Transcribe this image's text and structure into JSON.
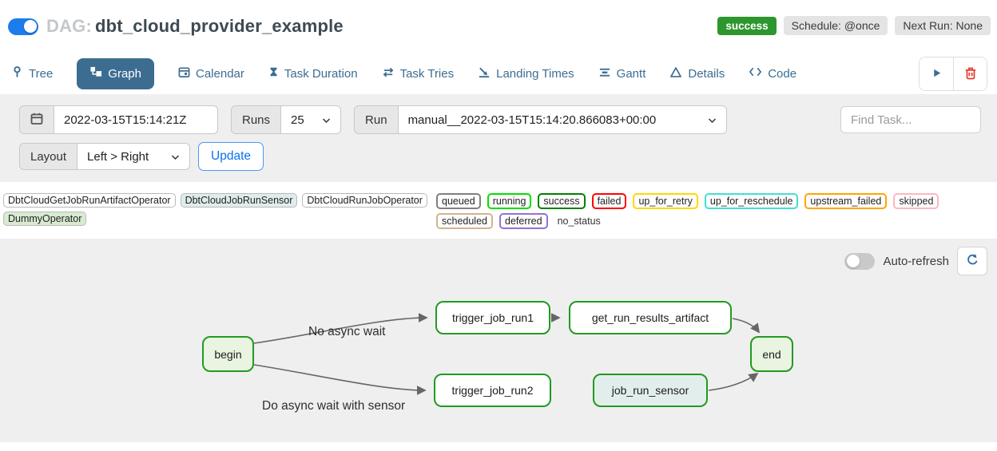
{
  "header": {
    "title_prefix": "DAG:",
    "title": "dbt_cloud_provider_example",
    "status_badge": "success",
    "schedule_badge": "Schedule: @once",
    "next_run_badge": "Next Run: None",
    "dag_toggle_state": "on"
  },
  "tabs": [
    {
      "label": "Tree",
      "icon": "tree-icon",
      "active": false
    },
    {
      "label": "Graph",
      "icon": "graph-icon",
      "active": true
    },
    {
      "label": "Calendar",
      "icon": "calendar-icon",
      "active": false
    },
    {
      "label": "Task Duration",
      "icon": "hourglass-icon",
      "active": false
    },
    {
      "label": "Task Tries",
      "icon": "repeat-icon",
      "active": false
    },
    {
      "label": "Landing Times",
      "icon": "plane-landing-icon",
      "active": false
    },
    {
      "label": "Gantt",
      "icon": "gantt-bars-icon",
      "active": false
    },
    {
      "label": "Details",
      "icon": "triangle-icon",
      "active": false
    },
    {
      "label": "Code",
      "icon": "code-icon",
      "active": false
    }
  ],
  "toolbar": {
    "play_icon": "play-icon",
    "delete_icon": "trash-icon"
  },
  "filters": {
    "date_value": "2022-03-15T15:14:21Z",
    "runs_label": "Runs",
    "runs_value": "25",
    "run_label": "Run",
    "run_value": "manual__2022-03-15T15:14:20.866083+00:00",
    "find_task_placeholder": "Find Task...",
    "layout_label": "Layout",
    "layout_value": "Left > Right",
    "update_label": "Update"
  },
  "legend": {
    "operators": [
      {
        "label": "DbtCloudGetJobRunArtifactOperator",
        "bg": "#ffffff"
      },
      {
        "label": "DbtCloudJobRunSensor",
        "bg": "#dfecec"
      },
      {
        "label": "DbtCloudRunJobOperator",
        "bg": "#ffffff"
      },
      {
        "label": "DummyOperator",
        "bg": "#d9ead3"
      }
    ],
    "states": [
      {
        "label": "queued",
        "color": "#808080"
      },
      {
        "label": "running",
        "color": "#00e000"
      },
      {
        "label": "success",
        "color": "#008000"
      },
      {
        "label": "failed",
        "color": "#ff0000"
      },
      {
        "label": "up_for_retry",
        "color": "#ffd700"
      },
      {
        "label": "up_for_reschedule",
        "color": "#40e0d0"
      },
      {
        "label": "upstream_failed",
        "color": "#ffa500"
      },
      {
        "label": "skipped",
        "color": "#ffb6c1"
      },
      {
        "label": "scheduled",
        "color": "#d2b48c"
      },
      {
        "label": "deferred",
        "color": "#9370db"
      }
    ],
    "no_status_label": "no_status"
  },
  "graph": {
    "auto_refresh_label": "Auto-refresh",
    "auto_refresh_state": "off",
    "refresh_icon": "refresh-icon",
    "nodes": [
      {
        "label": "begin",
        "fill": "#e9f5e1",
        "border": "#229a22"
      },
      {
        "label": "trigger_job_run1",
        "fill": "#ffffff",
        "border": "#229a22"
      },
      {
        "label": "get_run_results_artifact",
        "fill": "#ffffff",
        "border": "#229a22"
      },
      {
        "label": "end",
        "fill": "#e9f5e1",
        "border": "#229a22"
      },
      {
        "label": "trigger_job_run2",
        "fill": "#ffffff",
        "border": "#229a22"
      },
      {
        "label": "job_run_sensor",
        "fill": "#e2eeeb",
        "border": "#229a22"
      }
    ],
    "edge_labels": [
      {
        "text": "No async wait"
      },
      {
        "text": "Do async wait with sensor"
      }
    ]
  }
}
